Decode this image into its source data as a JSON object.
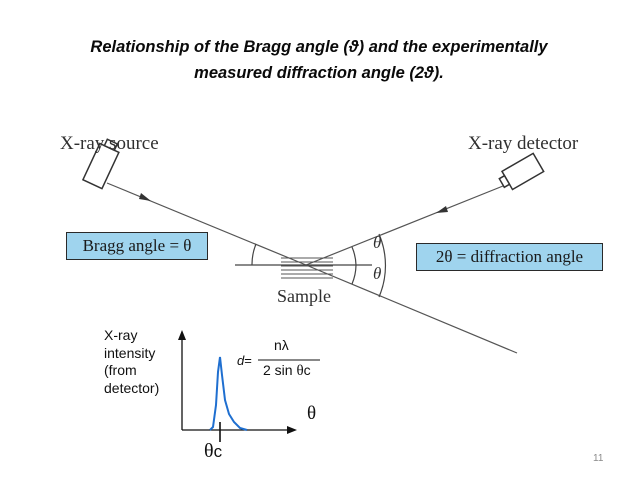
{
  "slide": {
    "title_line1": "Relationship of the Bragg angle (ϑ) and the experimentally",
    "title_line2": "measured diffraction angle (2ϑ).",
    "page_number": "11"
  },
  "diagram": {
    "source_label": "X-ray source",
    "detector_label": "X-ray detector",
    "bragg_box": "Bragg angle = θ",
    "diffraction_box": "2θ = diffraction angle",
    "theta_upper": "θ",
    "theta_lower": "θ",
    "sample_label": "Sample",
    "box_color": "#9fd4ee"
  },
  "graph": {
    "ylabel_lines": [
      "X-ray",
      "intensity",
      "(from",
      "detector)"
    ],
    "x_axis_symbol": "θ",
    "peak_label_theta": "θ",
    "peak_label_sub": "c",
    "formula_d": "d",
    "formula_eq": "=",
    "formula_numerator": "nλ",
    "formula_den_prefix": "2 sin ",
    "formula_den_theta": "θ",
    "formula_den_sub": "c",
    "curve_color": "#1f6fd0"
  }
}
